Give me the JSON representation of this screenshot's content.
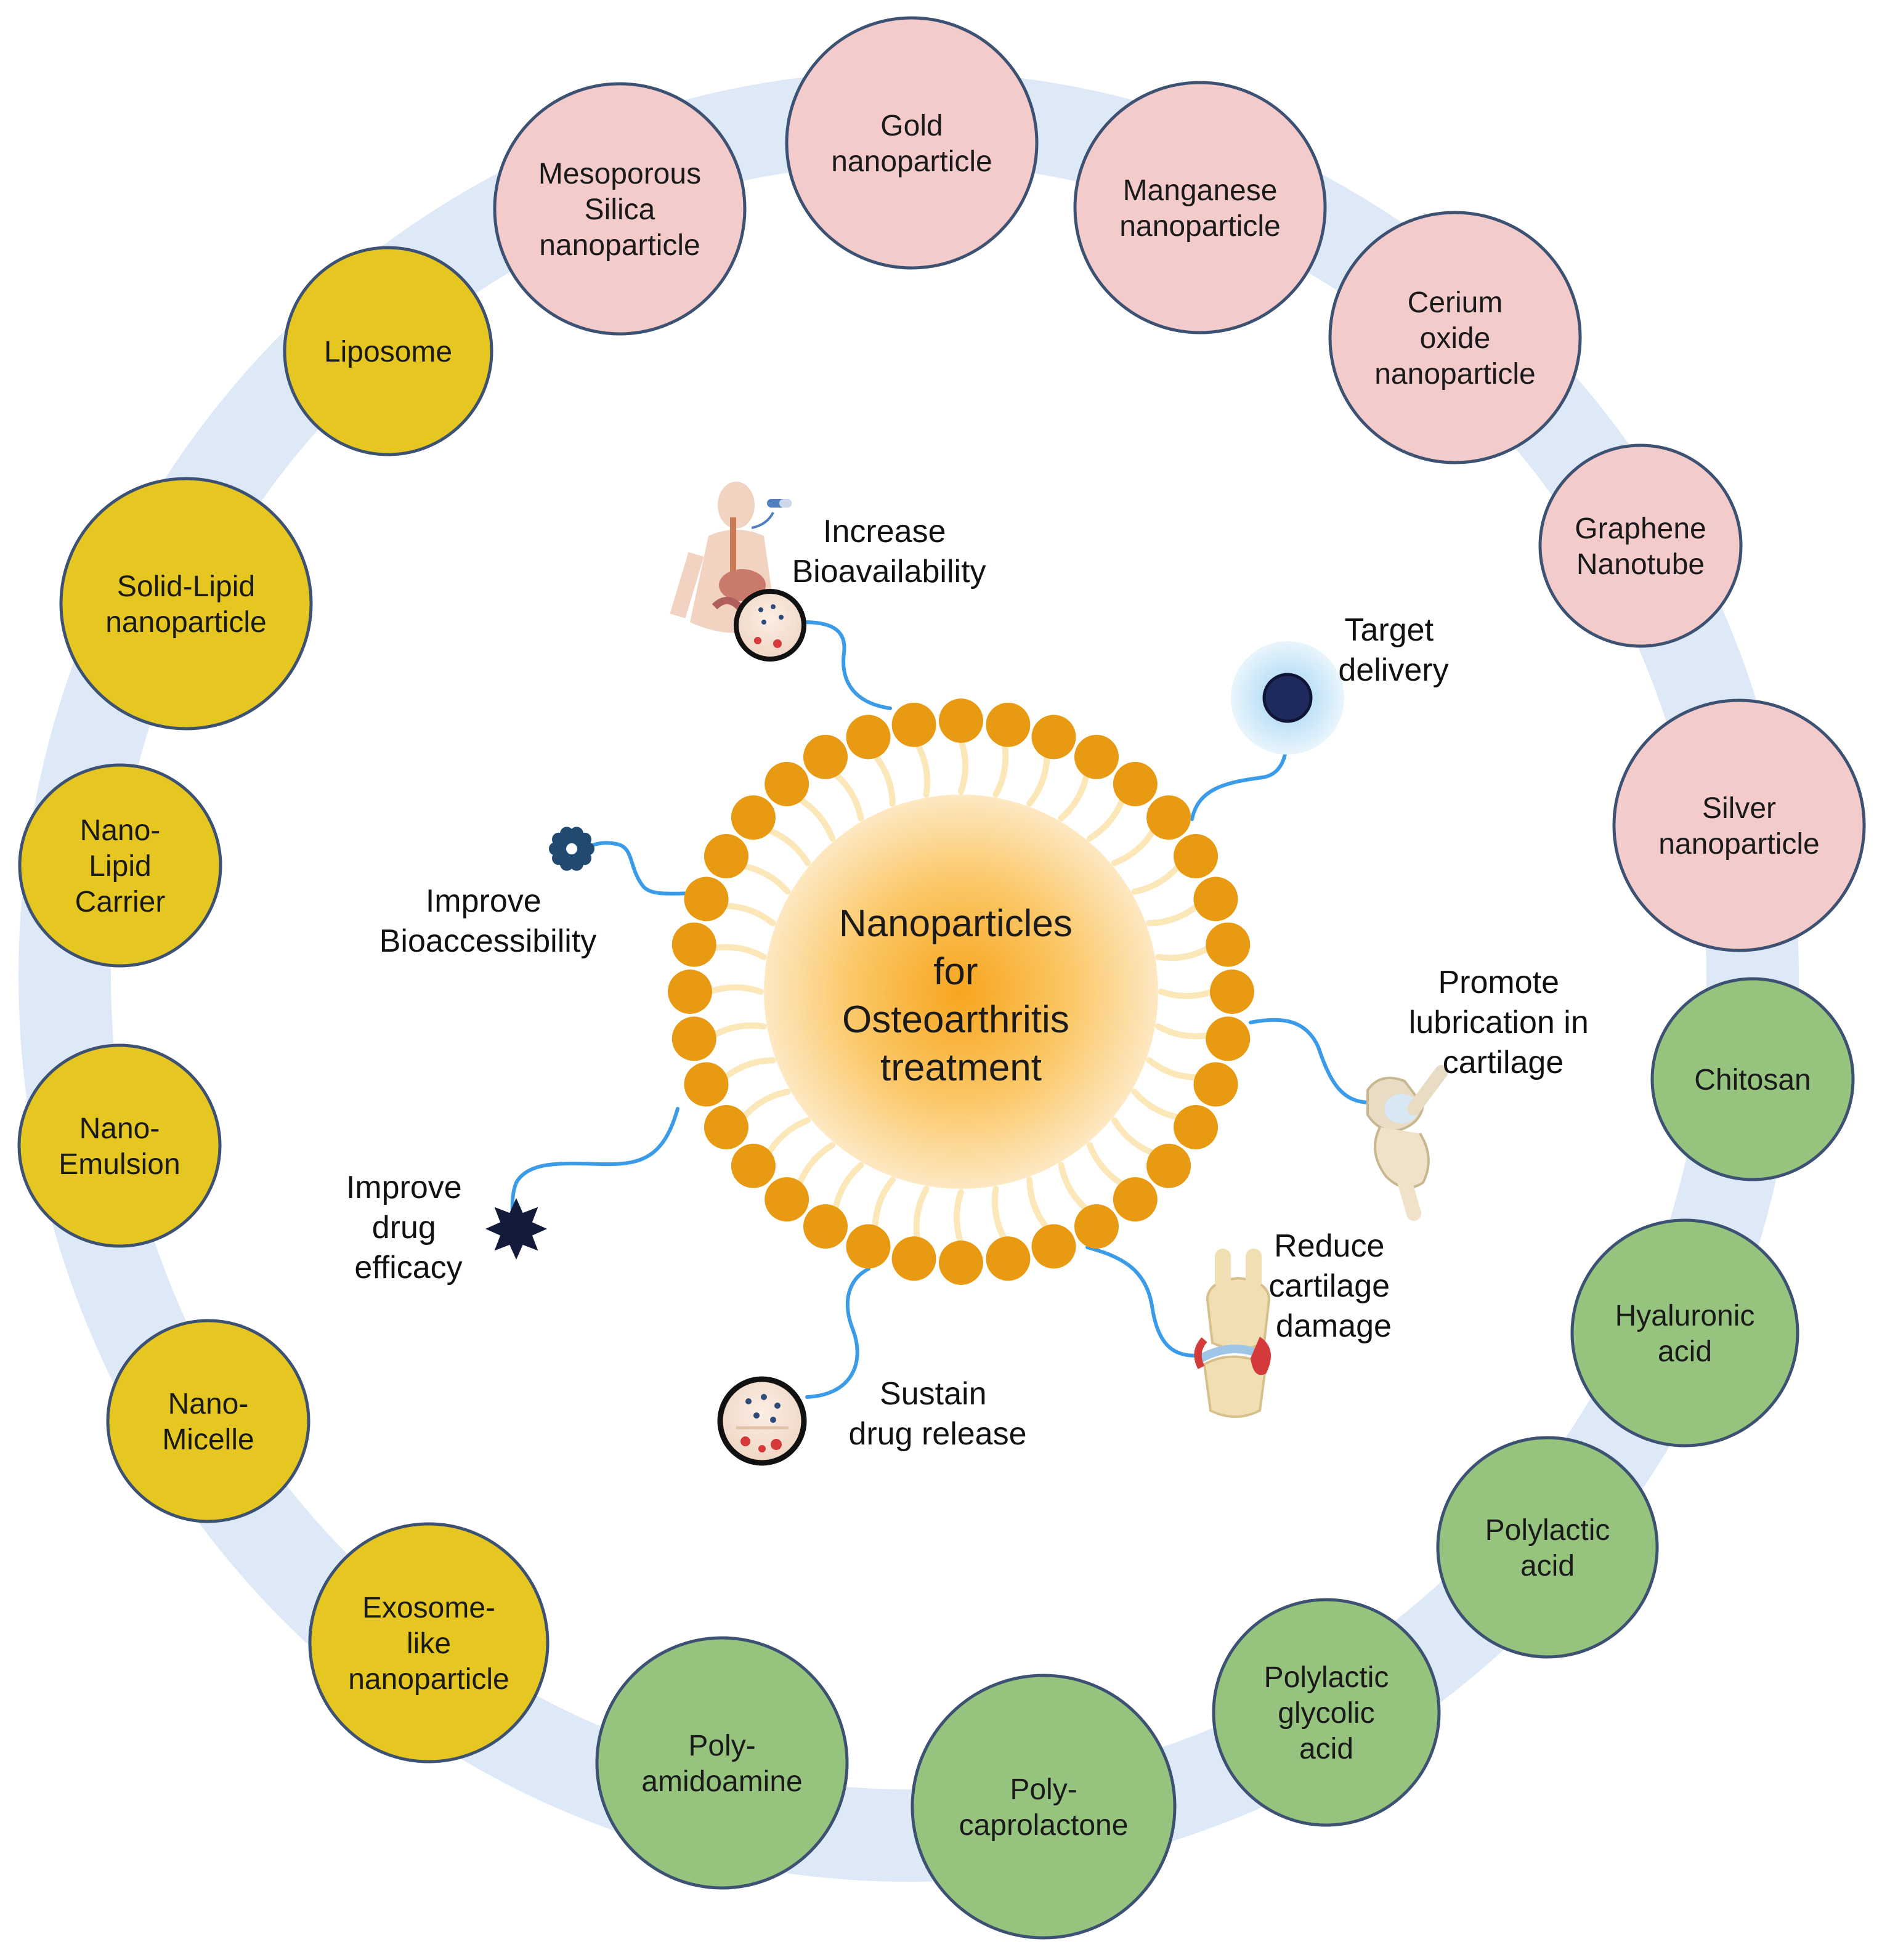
{
  "center": {
    "lines": [
      "Nanoparticles",
      "for",
      "Osteoarthritis",
      "treatment"
    ]
  },
  "colors": {
    "ring": "#dde9f7",
    "inorganic": "#f3cbcb",
    "lipid": "#e6c621",
    "polymer": "#96c47e",
    "node_stroke": "#3d5273",
    "bead": "#e89a12",
    "tail": "#fbe7b8",
    "connector": "#3a9be8",
    "core_inner": "#f7a51e",
    "core_outer": "#fde8c2"
  },
  "nodes": [
    {
      "label": [
        "Gold",
        "nanoparticle"
      ],
      "group": "inorganic"
    },
    {
      "label": [
        "Manganese",
        "nanoparticle"
      ],
      "group": "inorganic"
    },
    {
      "label": [
        "Cerium",
        "oxide",
        "nanoparticle"
      ],
      "group": "inorganic"
    },
    {
      "label": [
        "Graphene",
        "Nanotube"
      ],
      "group": "inorganic"
    },
    {
      "label": [
        "Silver",
        "nanoparticle"
      ],
      "group": "inorganic"
    },
    {
      "label": [
        "Chitosan"
      ],
      "group": "polymer"
    },
    {
      "label": [
        "Hyaluronic",
        "acid"
      ],
      "group": "polymer"
    },
    {
      "label": [
        "Polylactic",
        "acid"
      ],
      "group": "polymer"
    },
    {
      "label": [
        "Polylactic",
        "glycolic",
        "acid"
      ],
      "group": "polymer"
    },
    {
      "label": [
        "Poly-",
        "caprolactone"
      ],
      "group": "polymer"
    },
    {
      "label": [
        "Poly-",
        "amidoamine"
      ],
      "group": "polymer"
    },
    {
      "label": [
        "Exosome-",
        "like",
        "nanoparticle"
      ],
      "group": "lipid"
    },
    {
      "label": [
        "Nano-",
        "Micelle"
      ],
      "group": "lipid"
    },
    {
      "label": [
        "Nano-",
        "Emulsion"
      ],
      "group": "lipid"
    },
    {
      "label": [
        "Nano-",
        "Lipid",
        "Carrier"
      ],
      "group": "lipid"
    },
    {
      "label": [
        "Solid-Lipid",
        "nanoparticle"
      ],
      "group": "lipid"
    },
    {
      "label": [
        "Liposome"
      ],
      "group": "lipid"
    },
    {
      "label": [
        "Mesoporous",
        "Silica",
        "nanoparticle"
      ],
      "group": "inorganic"
    }
  ],
  "benefits": [
    {
      "label": [
        "Increase",
        "Bioavailability"
      ],
      "icon": "digestive-system-icon"
    },
    {
      "label": [
        "Target",
        "delivery"
      ],
      "icon": "target-sphere-icon"
    },
    {
      "label": [
        "Promote",
        "lubrication in",
        "cartilage"
      ],
      "icon": "knee-joint-icon"
    },
    {
      "label": [
        "Reduce",
        "cartilage",
        "damage"
      ],
      "icon": "damaged-joint-icon"
    },
    {
      "label": [
        "Sustain",
        "drug release"
      ],
      "icon": "tissue-release-icon"
    },
    {
      "label": [
        "Improve",
        "drug",
        "efficacy"
      ],
      "icon": "star-burst-icon"
    },
    {
      "label": [
        "Improve",
        "Bioaccessibility"
      ],
      "icon": "gear-particle-icon"
    }
  ]
}
